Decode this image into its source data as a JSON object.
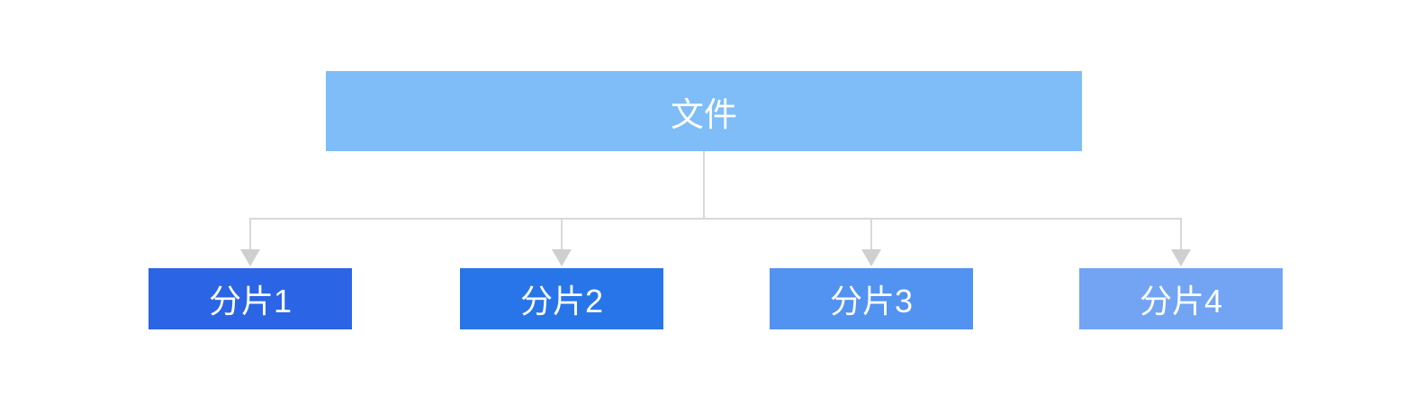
{
  "diagram": {
    "background": "#ffffff",
    "root_node": {
      "label": "文件",
      "fill": "#7ebdf8",
      "text_color": "#ffffff"
    },
    "shard_nodes": [
      {
        "label": "分片1",
        "fill": "#2b64e5",
        "text_color": "#ffffff"
      },
      {
        "label": "分片2",
        "fill": "#2875e9",
        "text_color": "#ffffff"
      },
      {
        "label": "分片3",
        "fill": "#5292f0",
        "text_color": "#ffffff"
      },
      {
        "label": "分片4",
        "fill": "#72a4f3",
        "text_color": "#ffffff"
      }
    ],
    "connector": {
      "line_color": "#d8d8d8",
      "arrow_color": "#cfcfcf"
    }
  }
}
